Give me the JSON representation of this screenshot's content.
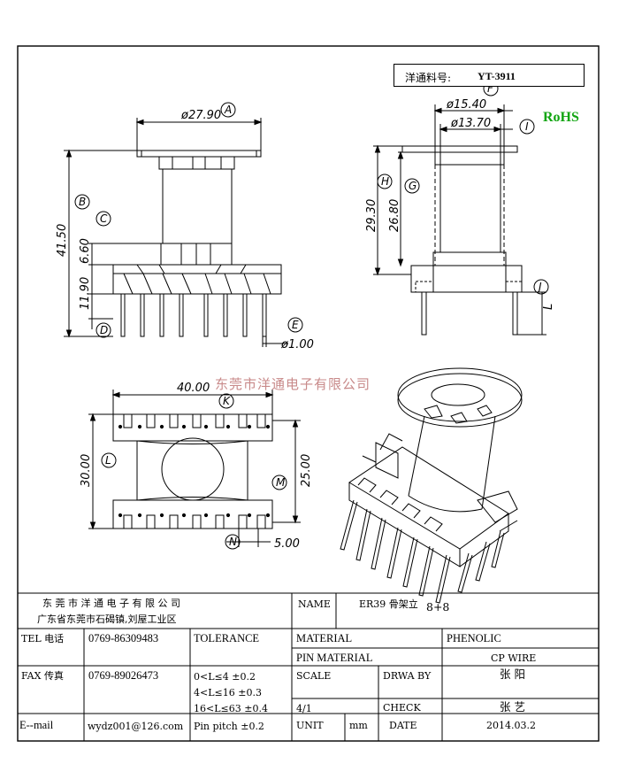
{
  "part_label": "洋通料号:",
  "part_number": "YT-3911",
  "rohs": "RoHS",
  "watermark": "东莞市洋通电子有限公司",
  "dimensions": {
    "A": "ø27.90",
    "B": "41.50",
    "C": "6.60",
    "D": "11.90",
    "E": "ø1.00",
    "F": "ø15.40",
    "I": "ø13.70",
    "H": "29.30",
    "G": "26.80",
    "J": "L",
    "K": "40.00",
    "L": "30.00",
    "M": "25.00",
    "N": "5.00"
  },
  "letters": {
    "A": "A",
    "B": "B",
    "C": "C",
    "D": "D",
    "E": "E",
    "F": "F",
    "G": "G",
    "H": "H",
    "I": "I",
    "J": "J",
    "K": "K",
    "L": "L",
    "M": "M",
    "N": "N"
  },
  "title_block": {
    "company": "东 莞 市 洋 通 电 子 有 限 公 司",
    "address": "广东省东莞市石碣镇,刘屋工业区",
    "name_label": "NAME",
    "name_value": "ER39 骨架立",
    "name_suffix": "8+8",
    "tel_label": "TEL 电话",
    "tel_value": "0769-86309483",
    "tolerance_label": "TOLERANCE",
    "material_label": "MATERIAL",
    "material_value": "PHENOLIC",
    "pin_material_label": "PIN MATERIAL",
    "pin_material_value": "CP WIRE",
    "fax_label": "FAX 传真",
    "fax_value": "0769-89026473",
    "tol1": "0<L≤4   ±0.2",
    "tol2": "4<L≤16  ±0.3",
    "tol3": "16<L≤63  ±0.4",
    "scale_label": "SCALE",
    "scale_value": "4/1",
    "drawby_label": "DRWA BY",
    "drawby_value": "张 阳",
    "check_label": "CHECK",
    "check_value": "张 艺",
    "email_label": "E--mail",
    "email_value": "wydz001@126.com",
    "pin_pitch": "Pin pitch ±0.2",
    "unit_label": "UNIT",
    "unit_value": "mm",
    "date_label": "DATE",
    "date_value": "2014.03.2"
  }
}
